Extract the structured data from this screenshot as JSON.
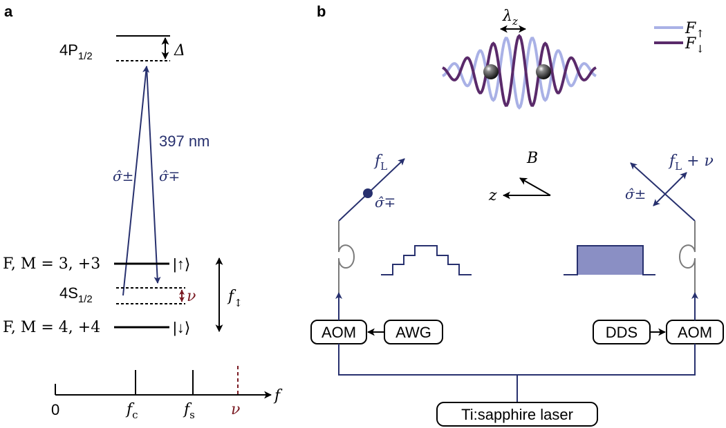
{
  "panels": {
    "a": "a",
    "b": "b"
  },
  "colors": {
    "navy": "#27306e",
    "lavender": "#8a8fc4",
    "light_blue": "#a9b1e6",
    "purple": "#5a2a6a",
    "dark_red": "#7a1a22",
    "grey": "#7a7a7a",
    "black": "#000000"
  },
  "panel_a": {
    "levels": {
      "p_label_main": "4P",
      "p_label_sub": "1/2",
      "delta": "Δ",
      "s_label_main": "4S",
      "s_label_sub": "1/2",
      "up_left": "F, M = 3, +3",
      "down_left": "F, M = 4, +4",
      "up_ket": "|↑⟩",
      "down_ket": "|↓⟩",
      "nu": "ν",
      "f_arrow_main": "f",
      "f_arrow_sub": "↕"
    },
    "beams": {
      "wavelength": "397 nm",
      "sigma_pm": "σ̂±",
      "sigma_mp": "σ̂∓"
    },
    "freq_axis": {
      "zero": "0",
      "fc_main": "f",
      "fc_sub": "c",
      "fs_main": "f",
      "fs_sub": "s",
      "nu": "ν",
      "axis_label": "f"
    }
  },
  "panel_b": {
    "lattice": {
      "lambda_main": "λ",
      "lambda_sub": "z",
      "legend_up_main": "F",
      "legend_up_sub": "↑",
      "legend_down_main": "F",
      "legend_down_sub": "↓"
    },
    "beams": {
      "left_freq_main": "f",
      "left_freq_sub": "L",
      "left_pol": "σ̂∓",
      "right_freq_main": "f",
      "right_freq_sub": "L",
      "right_freq_suffix": " + ν",
      "right_pol": "σ̂±"
    },
    "axes": {
      "B": "B",
      "z": "z"
    },
    "boxes": {
      "aom_left": "AOM",
      "awg": "AWG",
      "dds": "DDS",
      "aom_right": "AOM",
      "laser": "Ti:sapphire laser"
    }
  }
}
